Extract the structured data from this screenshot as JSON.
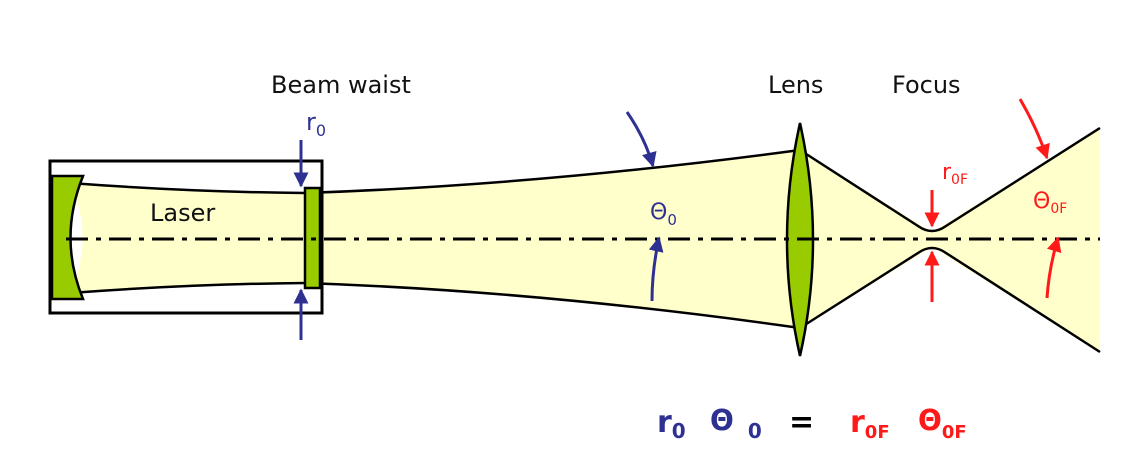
{
  "labels": {
    "beam_waist": "Beam waist",
    "lens": "Lens",
    "focus": "Focus",
    "laser": "Laser",
    "r0_symbol": "r",
    "r0_sub": "0",
    "theta0_symbol": "Θ",
    "theta0_sub": "0",
    "r0f_symbol": "r",
    "r0f_sub": "0F",
    "theta0f_symbol": "Θ",
    "theta0f_sub": "0F"
  },
  "equation": {
    "r_symbol": "r",
    "r_sub": "0",
    "theta_symbol": "Θ",
    "theta_sub": "0",
    "equals": "=",
    "rf_symbol": "r",
    "rf_sub": "0F",
    "thetaf_symbol": "Θ",
    "thetaf_sub": "0F"
  },
  "colors": {
    "beam_fill": "#ffffcc",
    "element_fill": "#99cc00",
    "outline": "#000000",
    "waist_annotation": "#2e3192",
    "focus_annotation": "#ff1a1a"
  }
}
